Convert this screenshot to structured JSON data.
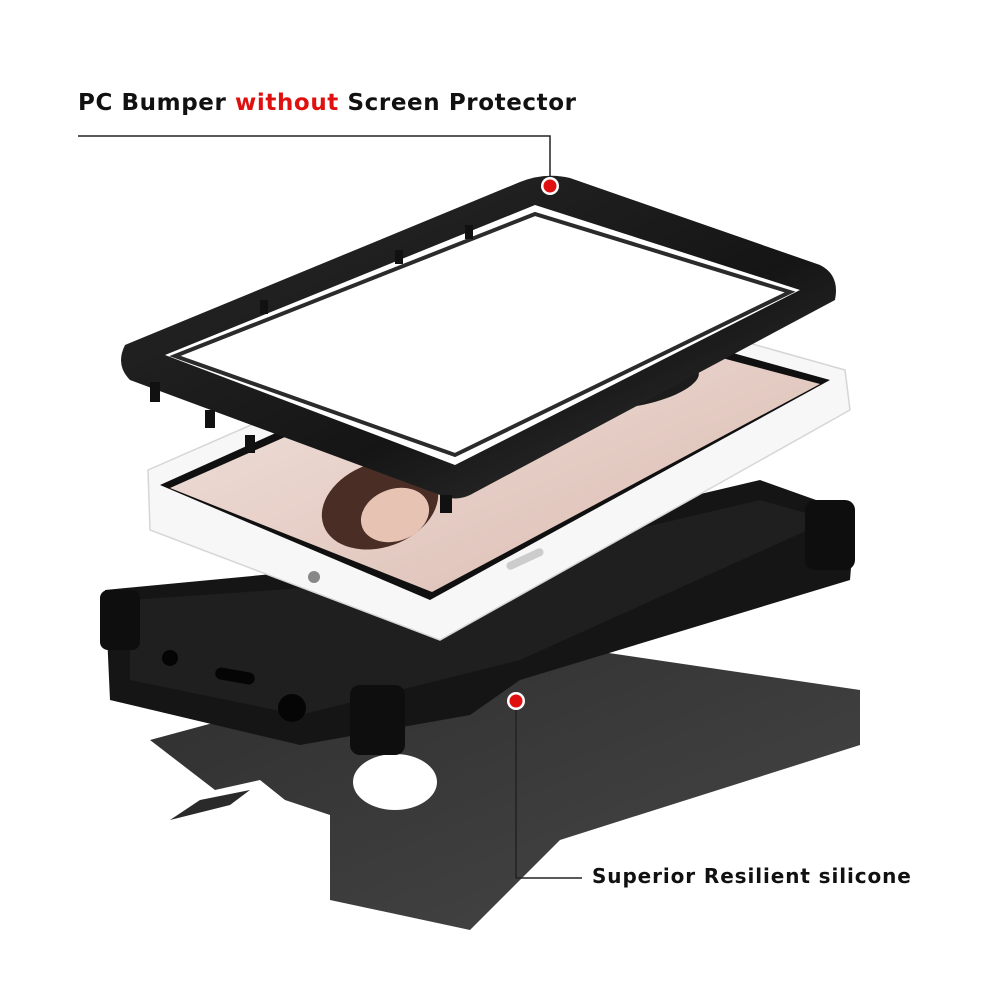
{
  "callouts": {
    "top": {
      "prefix": "PC Bumper",
      "highlight": "without",
      "suffix": "Screen Protector"
    },
    "bottom": {
      "text": "Superior Resilient silicone"
    }
  },
  "colors": {
    "accent": "#e01010",
    "text": "#111111",
    "case": "#1a1a1a",
    "plate": "#3c3c3c",
    "phone_body": "#f5f5f5",
    "screen_bg": "#ead8d2"
  }
}
